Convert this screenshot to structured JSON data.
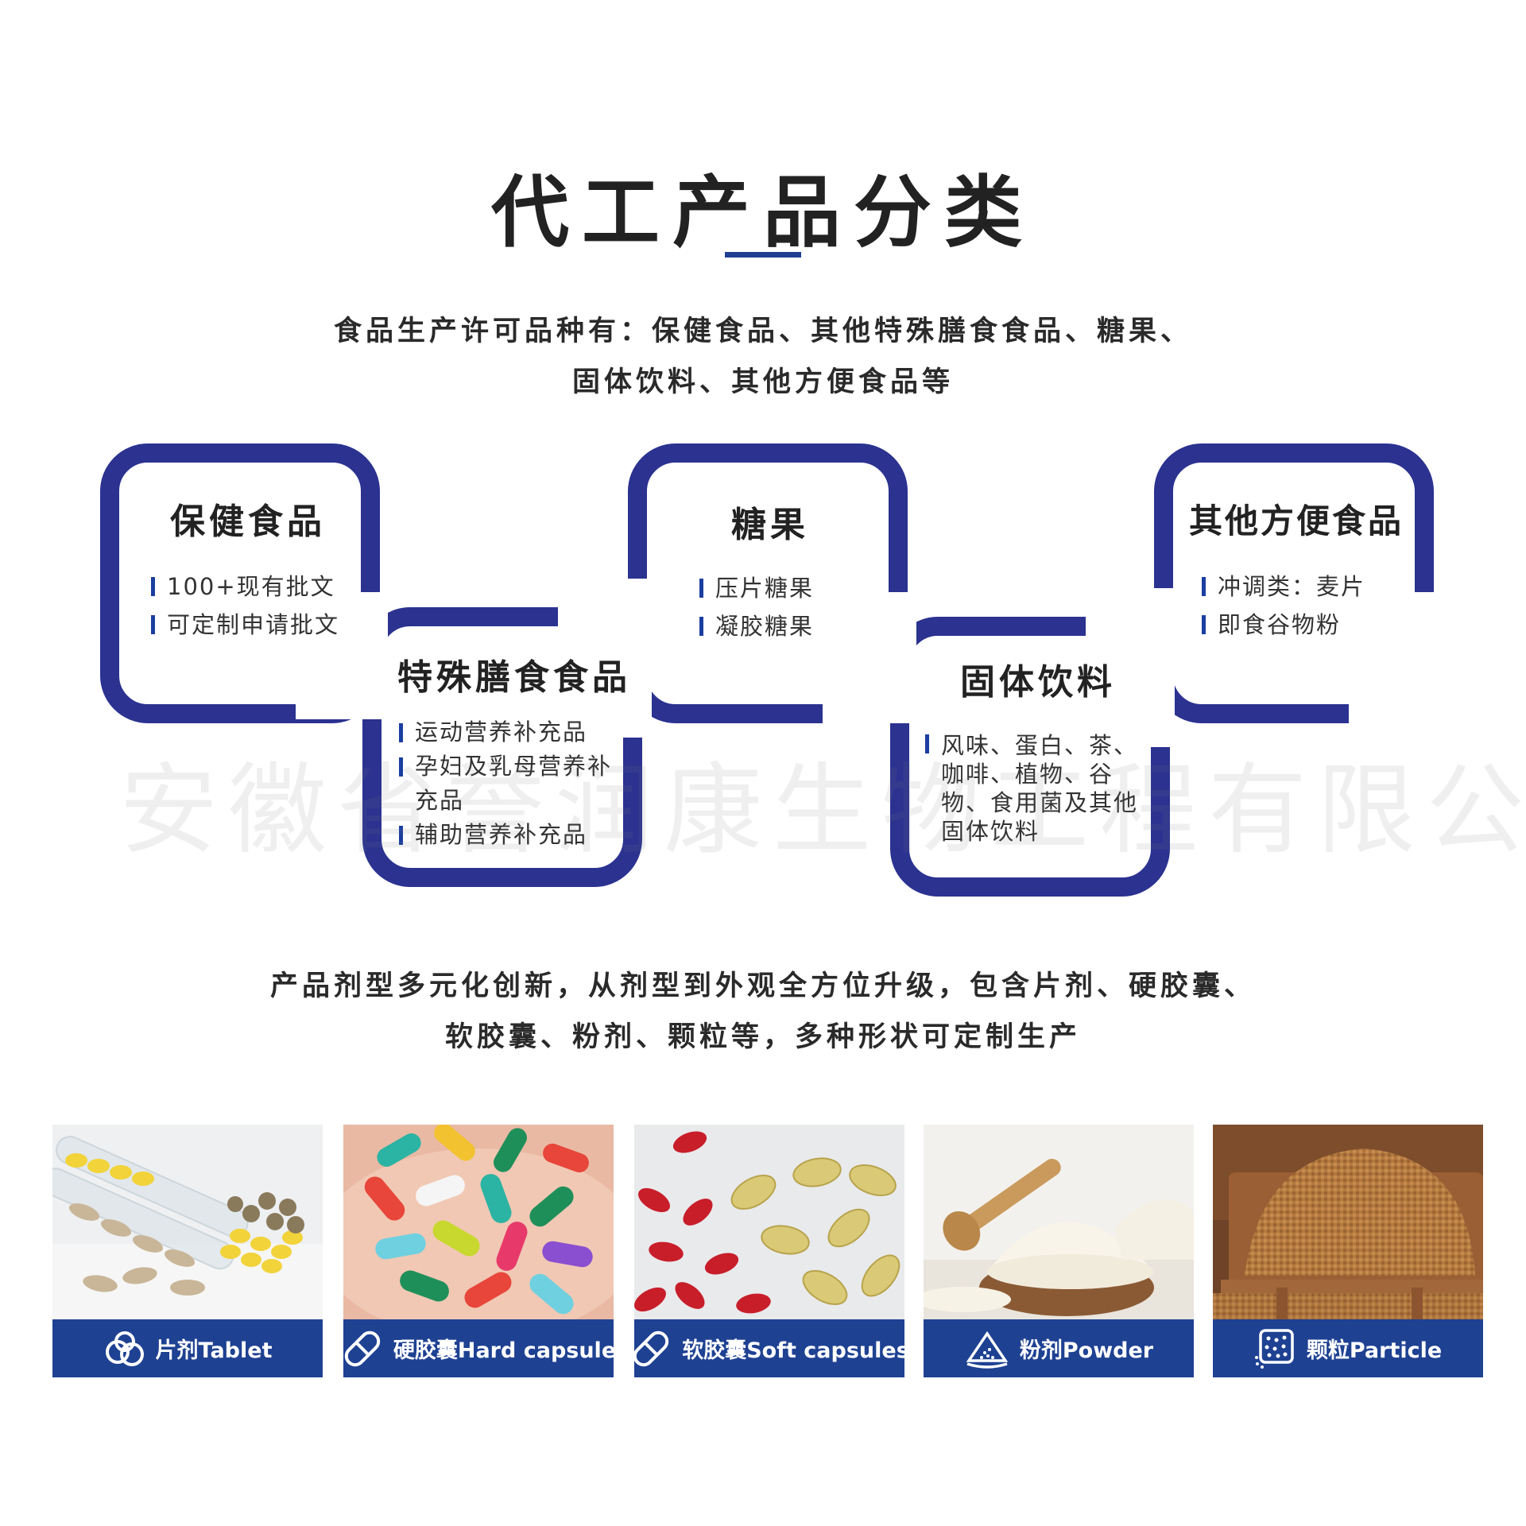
{
  "title": "代工产品分类",
  "intro": {
    "line1": "食品生产许可品种有：保健食品、其他特殊膳食食品、糖果、",
    "line2": "固体饮料、其他方便食品等"
  },
  "categories": [
    {
      "title": "保健食品",
      "items": [
        "100+现有批文",
        "可定制申请批文"
      ]
    },
    {
      "title": "特殊膳食食品",
      "items": [
        "运动营养补充品",
        "孕妇及乳母营养补充品",
        "辅助营养补充品"
      ]
    },
    {
      "title": "糖果",
      "items": [
        "压片糖果",
        "凝胶糖果"
      ]
    },
    {
      "title": "固体饮料",
      "items": [
        "风味、蛋白、茶、咖啡、植物、谷物、食用菌及其他固体饮料"
      ]
    },
    {
      "title": "其他方便食品",
      "items": [
        "冲调类：麦片",
        "即食谷物粉"
      ]
    }
  ],
  "watermark": "安徽省誉润康生物工程有限公司",
  "dosage_intro": {
    "line1": "产品剂型多元化创新，从剂型到外观全方位升级，包含片剂、硬胶囊、",
    "line2": "软胶囊、粉剂、颗粒等，多种形状可定制生产"
  },
  "products": [
    {
      "label": "片剂Tablet",
      "icon": "tablets-icon"
    },
    {
      "label": "硬胶囊Hard capsule",
      "icon": "capsule-icon"
    },
    {
      "label": "软胶囊Soft capsules",
      "icon": "capsule-icon"
    },
    {
      "label": "粉剂Powder",
      "icon": "powder-icon"
    },
    {
      "label": "颗粒Particle",
      "icon": "particle-icon"
    }
  ],
  "colors": {
    "accent": "#2b3290",
    "bar": "#1e4192",
    "underline": "#1f3f91"
  }
}
